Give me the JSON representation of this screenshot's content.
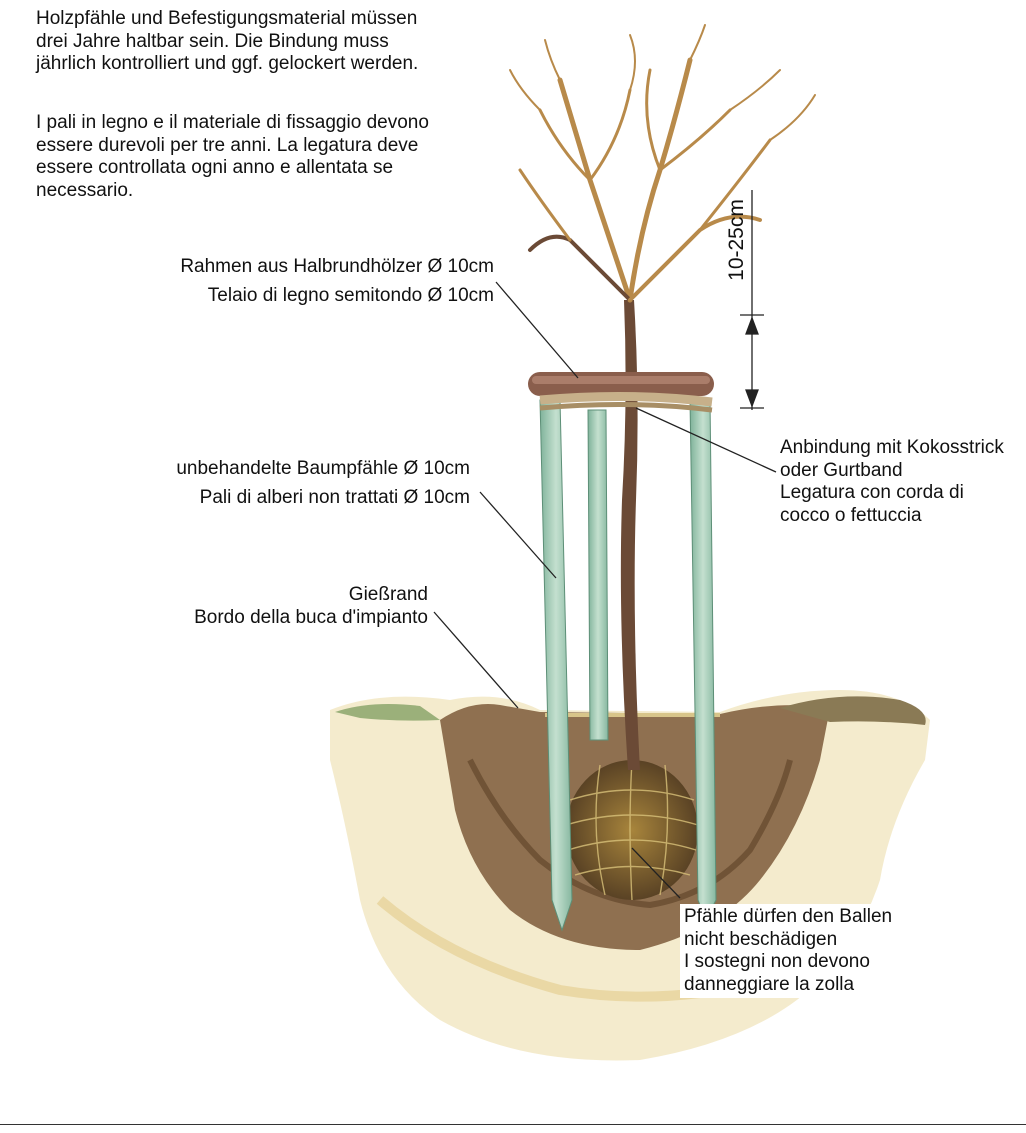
{
  "intro": {
    "de": [
      "Holzpfähle und Befestigungsmaterial müssen",
      "drei Jahre haltbar sein. Die Bindung muss",
      "jährlich kontrolliert und ggf. gelockert werden."
    ],
    "it": [
      "I pali in legno e il materiale di fissaggio devono",
      "essere durevoli per tre anni. La legatura deve",
      "essere controllata ogni anno e allentata se",
      "necessario."
    ]
  },
  "labels": {
    "frame": [
      "Rahmen aus Halbrundhölzer Ø 10cm",
      "Telaio di legno semitondo Ø 10cm"
    ],
    "stakes": [
      "unbehandelte Baumpfähle Ø 10cm",
      "Pali di alberi non trattati Ø 10cm"
    ],
    "rim": [
      "Gießrand",
      "Bordo della buca d'impianto"
    ],
    "binding": [
      "Anbindung mit Kokosstrick",
      "oder Gurtband",
      "Legatura con corda di",
      "cocco o fettuccia"
    ],
    "rootball": [
      "Pfähle dürfen den Ballen",
      "nicht beschädigen",
      "I sostegni non devono",
      "danneggiare la zolla"
    ]
  },
  "dimension": {
    "label": "10-25cm"
  },
  "colors": {
    "soil_dark": "#7a5a3a",
    "soil_light": "#e9d49a",
    "stake": "#9fc9b3",
    "frame_wood": "#8a5e4c",
    "tree_branch": "#b88a4a",
    "trunk": "#6b4a36"
  }
}
